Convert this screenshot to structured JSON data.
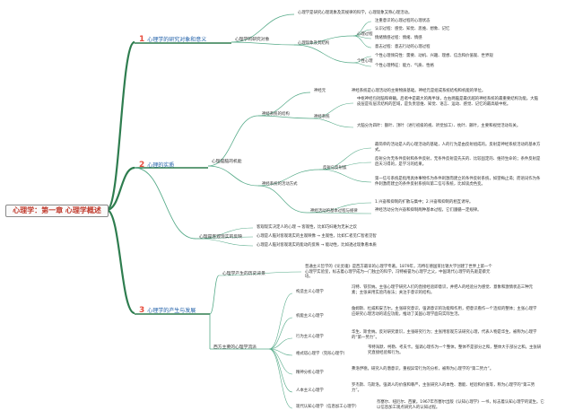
{
  "root": "心理学：第一章 心理学概述",
  "sections": [
    {
      "num": "1",
      "label": "心理学的研究对象和意义"
    },
    {
      "num": "2",
      "label": "心理的实质"
    },
    {
      "num": "3",
      "label": "心理学的产生与发展"
    }
  ],
  "s1": {
    "l2": "心理学的研究对象",
    "def": "心理学是研究心理现象及其规律的科学，心理现象又称心理活动。",
    "phen": "心理现象及其结构",
    "process": "心理过程",
    "process_items": [
      "注重意识的心理过程的心理状态",
      "认识过程：感觉、知觉、思维、想象、记忆",
      "情绪情感过程：情绪、情感",
      "意志过程：意志行动的心理过程"
    ],
    "person": "个性心理",
    "person_items": [
      "个性心理倾向性：需要、动机、兴趣、理想、信念和价值观、世界观",
      "个性心理特征：能力、气质、性格"
    ]
  },
  "s2": {
    "l2": "心理是脑的机能",
    "brain": "神经系统的结构",
    "neuron": "神经元",
    "neuron_text": "神经系统是心理活动的主要物质基础。神经元是组成系统结构和机能的单位。",
    "nervous": "神经系统",
    "nervous_text": "中枢神经包括脑和脊髓。后者中是最大的两半球，左右两脑是最优越的神经系统的最重要结构功能。大脑皮层是有层次结构的区域，是负责思维、知觉、语言、运动、感觉、记忆的最高级中枢。",
    "cortex_text": "大脑分为四叶：额叶、顶叶（进行初级的视、听觉加工）、枕叶、颞叶，主要和视觉活动有关。",
    "activity": "神经系统的活动方式",
    "reflex": "反射与反射弧",
    "reflex_text1": "最简单的活动是人的心理活动的基础，人的行为是由反射组成的。反射是神经系统活动的基本方式。",
    "reflex_text2": "反射分为无条件反射和条件反射，无条件反射是先天的、比较固定的、维持生命的；条件反射是后天习得的，是学习的结果。",
    "reflex_text3": "第一信号系统是指用具体事物作为条件刺激而建立的条件反射系统，如望梅止渴；而语词作为条件刺激而建立的条件反射系统叫第二信号系统，比如谈虎色变。",
    "basic": "神经活动的基本过程与规律",
    "basic_text1": "1.兴奋和抑制的扩散与集中；2.兴奋和抑制的相互诱导。",
    "basic_text2": "神经活动分为兴奋和抑制两种基本过程，它们遵循一定规律。",
    "l2b": "心理是客观现实的反映",
    "refl_items": [
      "客观现实决定人的心理 → 客观性，比如巧妇难为无米之炊",
      "心理是人脑对客观现实的主观映像 → 主观性，比如仁者见仁智者见智",
      "心理是人脑对客观现实的能动的反映 → 能动性，比如透过现象看本质"
    ]
  },
  "s3": {
    "l2a": "心理学产生的历史背景",
    "hist_text": "普通主义哲学的《论灵魂》是西方最早的心理学专著。1879年，冯特在德国莱比锡大学创建了世界上第一个心理学实验室，标志着心理学成为一门独立的科学，冯特被誉为心理学之父，中国现代心理学的先驱是蔡元培。",
    "l2b": "西方主要的心理学流派",
    "schools": [
      {
        "name": "构造主义心理学",
        "text": "冯特、铁钦纳。主张心理学研究人们的直接经验即意识，并把人的经验分为感觉、意象和激情状态三种元素；主张采用实验内省法；关注于意识的结构。"
      },
      {
        "name": "机能主义心理学",
        "text": "詹姆斯、杜威和安吉尔。主张研究意识，强调意识的功能和作用，把意识看作一个连续的整体；主张心理学应研究心理活动的适应功能，推动了美国心理学面向实际生活。"
      },
      {
        "name": "行为主义心理学",
        "text": "华生、斯金纳。反对研究意识，主张研究行为；主张用客观方法研究心理，代表人物是华生，被称为心理学的“第一势力”。"
      },
      {
        "name": "格式塔心理学（完形心理学）",
        "text": "韦特海默、柯勒、考夫卡。强调心理作为一个整体，整体不是部分之和，整体大于部分之和。主张研究直接经验和行为。"
      },
      {
        "name": "精神分析心理学",
        "text": "弗洛伊德。研究人的潜意识，重视异常行为的分析，被称为心理学的“第二势力”。"
      },
      {
        "name": "人本主义心理学",
        "text": "罗杰斯、马斯洛。强调人的价值和尊严，主张研究人的本性、潜能、经验和价值等，称为心理学的“第三势力”。"
      },
      {
        "name": "现代认知心理学（信息加工心理学）",
        "text": "奈塞尔、纽厄尔、西蒙。1967年奈塞尔出版《认知心理学》一书，标志着认知心理学的诞生。它以信息加工观点研究人的认知过程。"
      }
    ]
  }
}
